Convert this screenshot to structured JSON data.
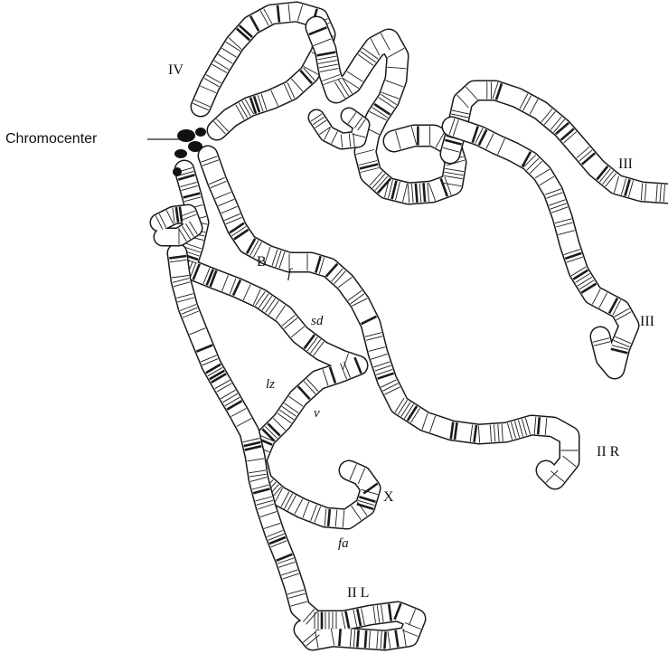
{
  "labels": {
    "chromocenter": "Chromocenter",
    "arm_iv": "IV",
    "arm_iii_upper": "III",
    "arm_iii_lower": "III",
    "arm_ii_r": "II R",
    "arm_ii_l": "II L",
    "arm_x": "X",
    "band_b": "B",
    "gene_f": "f",
    "gene_sd": "sd",
    "gene_lz": "lz",
    "gene_v": "v",
    "gene_fa": "fa"
  },
  "colors": {
    "outline": "#1a1a1a",
    "chromosome_fill": "#ffffff",
    "band_dark": "#1a1a1a",
    "chromocenter": "#111111"
  }
}
